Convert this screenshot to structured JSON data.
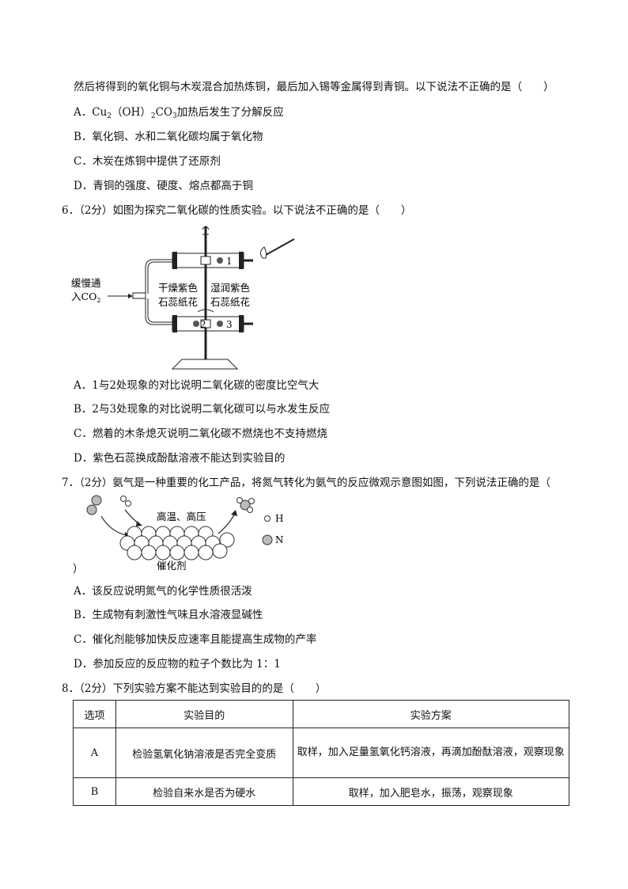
{
  "q5": {
    "stem_tail": "然后将得到的氧化铜与木炭混合加热炼铜，最后加入锡等金属得到青铜。以下说法不正确的是（　　）",
    "a_prefix": "A．Cu",
    "a_sub1": "2",
    "a_mid1": "（OH）",
    "a_sub2": "2",
    "a_mid2": "CO",
    "a_sub3": "3",
    "a_suffix": "加热后发生了分解反应",
    "b": "B．氧化铜、水和二氧化碳均属于氧化物",
    "c": "C．木炭在炼铜中提供了还原剂",
    "d": "D．青铜的强度、硬度、熔点都高于铜"
  },
  "q6": {
    "stem": "6．（2分）如图为探究二氧化碳的性质实验。以下说法不正确的是（　　）",
    "figure": {
      "inlet_label_1": "缓慢通",
      "inlet_label_2": "入CO",
      "inlet_sub": "2",
      "dry_label_1": "干燥紫色",
      "dry_label_2": "石蕊纸花",
      "wet_label_1": "湿润紫色",
      "wet_label_2": "石蕊纸花",
      "pos1": "1",
      "pos2": "2",
      "pos3": "3"
    },
    "a": "A．1与2处现象的对比说明二氧化碳的密度比空气大",
    "b": "B．2与3处现象的对比说明二氧化碳可以与水发生反应",
    "c": "C．燃着的木条熄灭说明二氧化碳不燃烧也不支持燃烧",
    "d": "D．紫色石蕊换成酚酞溶液不能达到实验目的"
  },
  "q7": {
    "stem": "7．（2分）氨气是一种重要的化工产品，将氮气转化为氨气的反应微观示意图如图，下列说法正确的是（",
    "stem_end": "）",
    "figure": {
      "condition": "高温、高压",
      "catalyst": "催化剂",
      "legend_h": "H",
      "legend_n": "N"
    },
    "a": "A．该反应说明氮气的化学性质很活泼",
    "b": "B．生成物有刺激性气味且水溶液显碱性",
    "c": "C．催化剂能够加快反应速率且能提高生成物的产率",
    "d": "D．参加反应的反应物的粒子个数比为 1：1"
  },
  "q8": {
    "stem": "8．（2分）下列实验方案不能达到实验目的的是（　　）",
    "table": {
      "headers": [
        "选项",
        "实验目的",
        "实验方案"
      ],
      "rows": [
        {
          "opt": "A",
          "purpose": "检验氢氧化钠溶液是否完全变质",
          "plan": "取样，加入足量氢氧化钙溶液，再滴加酚酞溶液，观察现象"
        },
        {
          "opt": "B",
          "purpose": "检验自来水是否为硬水",
          "plan": "取样，加入肥皂水，振荡，观察现象"
        }
      ]
    }
  }
}
